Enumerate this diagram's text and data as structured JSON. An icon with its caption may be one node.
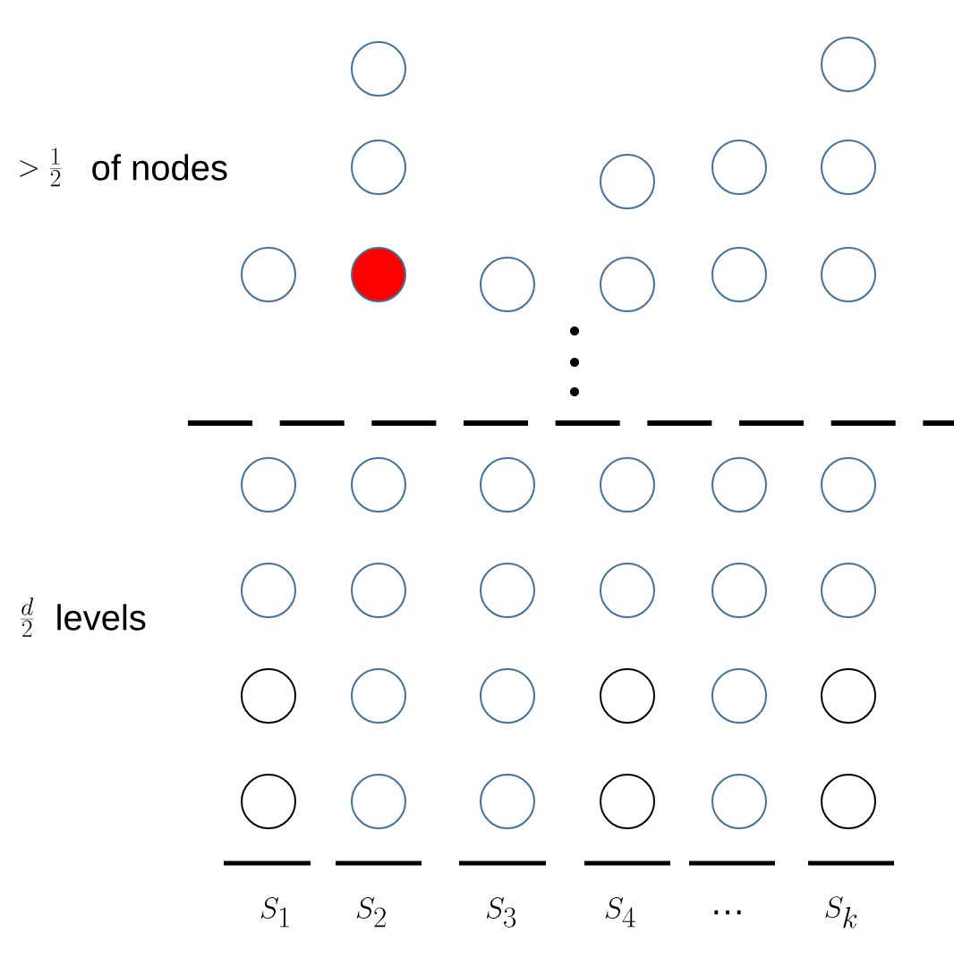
{
  "diagram": {
    "nodes": [
      {
        "text": [],
        "shape": "circle"
      },
      {
        "text": [],
        "shape": "circle"
      },
      {
        "text": [],
        "shape": "circle"
      },
      {
        "text": [],
        "shape": "circle"
      },
      {
        "text": [],
        "shape": "circle"
      },
      {
        "text": [],
        "shape": "circle"
      },
      {
        "text": [],
        "shape": "circle"
      },
      {
        "text": [],
        "shape": "circle"
      },
      {
        "text": [],
        "shape": "circle"
      },
      {
        "text": [],
        "shape": "circle"
      },
      {
        "text": [],
        "shape": "circle"
      },
      {
        "text": [],
        "shape": "circle"
      },
      {
        "text": [],
        "shape": "circle"
      },
      {
        "text": [],
        "shape": "circle"
      },
      {
        "text": [],
        "shape": "circle"
      },
      {
        "text": [],
        "shape": "circle"
      },
      {
        "text": [],
        "shape": "circle"
      },
      {
        "text": [],
        "shape": "circle"
      },
      {
        "text": [],
        "shape": "circle"
      },
      {
        "text": [],
        "shape": "circle"
      },
      {
        "text": [],
        "shape": "circle"
      },
      {
        "text": [],
        "shape": "circle"
      },
      {
        "text": [],
        "shape": "circle"
      },
      {
        "text": [],
        "shape": "circle"
      },
      {
        "text": [],
        "shape": "circle"
      },
      {
        "text": [],
        "shape": "circle"
      },
      {
        "text": [],
        "shape": "circle"
      },
      {
        "text": [],
        "shape": "circle"
      },
      {
        "text": [],
        "shape": "circle"
      },
      {
        "text": [],
        "shape": "circle"
      },
      {
        "text": [],
        "shape": "circle"
      },
      {
        "text": [],
        "shape": "circle"
      },
      {
        "text": [],
        "shape": "circle"
      },
      {
        "text": [],
        "shape": "circle"
      },
      {
        "text": [],
        "shape": "circle"
      },
      {
        "text": [],
        "shape": "circle"
      }
    ],
    "labels": [
      ">\\frac{1}{2}",
      "of nodes",
      "\\frac{d}{2}",
      "levels",
      "S_1",
      "S_2",
      "S_3",
      "S_4",
      "…",
      "S_k"
    ]
  }
}
